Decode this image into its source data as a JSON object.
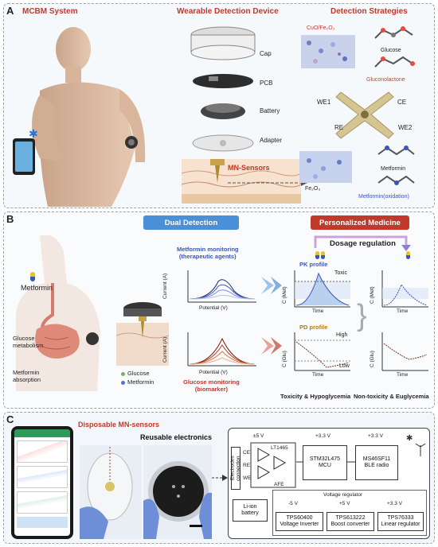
{
  "panelA": {
    "letter": "A",
    "system_title": "MCBM System",
    "device_title": "Wearable Detection Device",
    "strategies_title": "Detection Strategies",
    "device_layers": [
      "Cap",
      "PCB",
      "Battery",
      "Adapter"
    ],
    "sensors_label": "MN-Sensors",
    "catalyst1": "CuO/Fe₂O₃",
    "catalyst2": "Fe₂O₃",
    "molecules": [
      "Glucose",
      "Gluconolactone",
      "Metformin",
      "Metformin(oxidation)"
    ],
    "electrodes": [
      "WE1",
      "CE",
      "RE",
      "WE2"
    ]
  },
  "panelB": {
    "letter": "B",
    "dual_title": "Dual Detection",
    "personal_title": "Personalized Medicine",
    "drug_label": "Metformin",
    "glucose_metabolism": "Glucose\nmetabolism",
    "metformin_absorption": "Metformin\nabsorption",
    "legend_glucose": "Glucose",
    "legend_metformin": "Metformin",
    "metformin_monitor": "Metformin monitoring\n(therapeutic agents)",
    "glucose_monitor": "Glucose monitoring\n(biomarker)",
    "current_axis": "Current (A)",
    "potential_axis": "Potential (V)",
    "dosage_regulation": "Dosage regulation",
    "pk_profile": "PK profile",
    "pd_profile": "PD profile",
    "toxic": "Toxic",
    "high": "High",
    "low": "Low",
    "c_met": "C (Met)",
    "c_glu": "C (Glu)",
    "time": "Time",
    "outcome_left": "Toxicity & Hypoglycemia",
    "outcome_right": "Non-toxicity & Euglycemia"
  },
  "panelC": {
    "letter": "C",
    "disposable": "Disposable MN-sensors",
    "reusable": "Reusable electronics",
    "electrodes_connection": "Electrodes connection",
    "electrode_pins": [
      "CE",
      "RE",
      "WE"
    ],
    "v_plus5": "±5 V",
    "v33a": "+3.3 V",
    "v33b": "+3.3 V",
    "lt": "LT1465",
    "afe": "AFE",
    "mcu_name": "STM32L475",
    "mcu": "MCU",
    "ble_name": "MS46SF11",
    "ble": "BLE radio",
    "battery": "Li-ion\nbattery",
    "vreg_title": "Voltage regulator",
    "reg1_v": "-5 V",
    "reg1_chip": "TPS60400",
    "reg1_desc": "Voltage Inverter",
    "reg2_v": "+5 V",
    "reg2_chip": "TPS613222",
    "reg2_desc": "Boost converter",
    "reg3_v": "+3.3 V",
    "reg3_chip": "TPS76333",
    "reg3_desc": "Linear regulator"
  },
  "colors": {
    "dual_blue": "#4a90d9",
    "personal_red": "#c0392b",
    "panel_bg_a": "#f6f9fc",
    "panel_bg_c": "#f3f7fb"
  }
}
